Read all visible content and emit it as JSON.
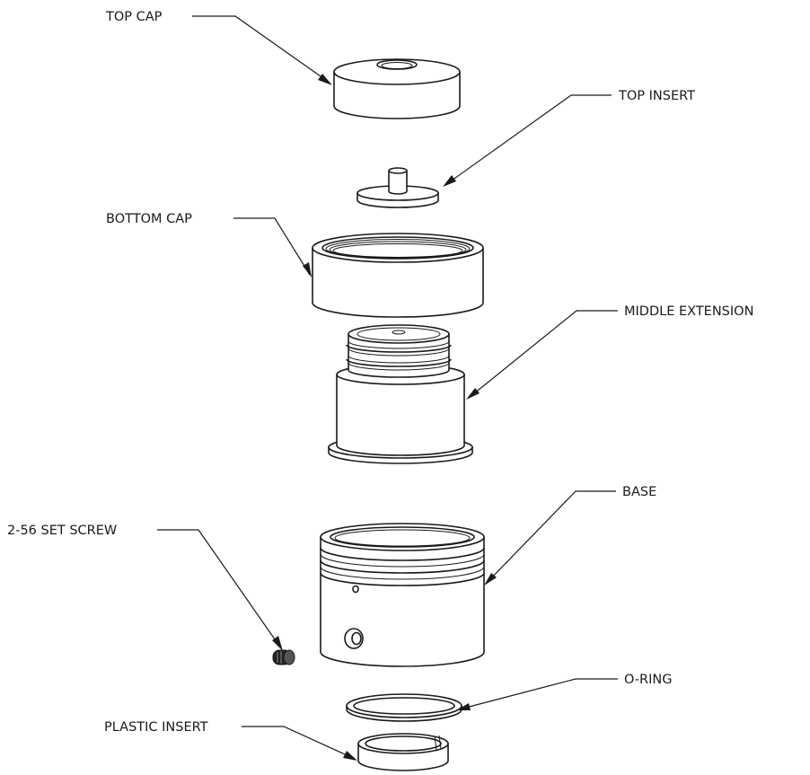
{
  "labels": {
    "top_cap": "TOP CAP",
    "top_insert": "TOP INSERT",
    "bottom_cap": "BOTTOM CAP",
    "middle_extension": "MIDDLE EXTENSION",
    "base": "BASE",
    "set_screw": "2-56 SET SCREW",
    "o_ring": "O-RING",
    "plastic_insert": "PLASTIC INSERT"
  },
  "colors": {
    "line": "#1a1a1a",
    "background": "#ffffff"
  }
}
